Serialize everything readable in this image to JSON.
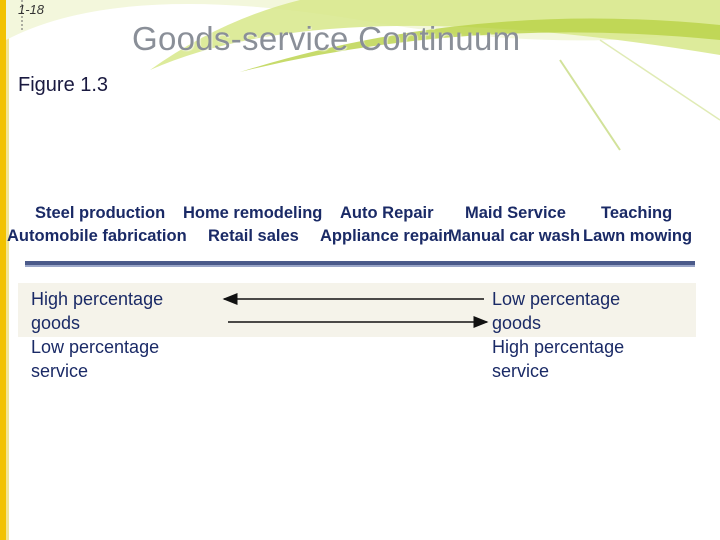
{
  "slide": {
    "number": "1-18",
    "title": "Goods-service Continuum",
    "subtitle": "Figure 1.3"
  },
  "continuum": {
    "row1": [
      "Steel production",
      "Home remodeling",
      "Auto Repair",
      "Maid Service",
      "Teaching"
    ],
    "row2": [
      "Automobile fabrication",
      "Retail sales",
      "Appliance repair",
      "Manual car wash",
      "Lawn mowing"
    ]
  },
  "left_block": {
    "lines": [
      "High percentage",
      "goods",
      "Low percentage",
      "service"
    ]
  },
  "right_block": {
    "lines": [
      "Low percentage",
      "goods",
      "High percentage",
      "service"
    ]
  },
  "colors": {
    "title": "#8a8f98",
    "text": "#1a2a66",
    "left_bar": "#f2c200",
    "green_swoosh": "#c9de5a"
  }
}
